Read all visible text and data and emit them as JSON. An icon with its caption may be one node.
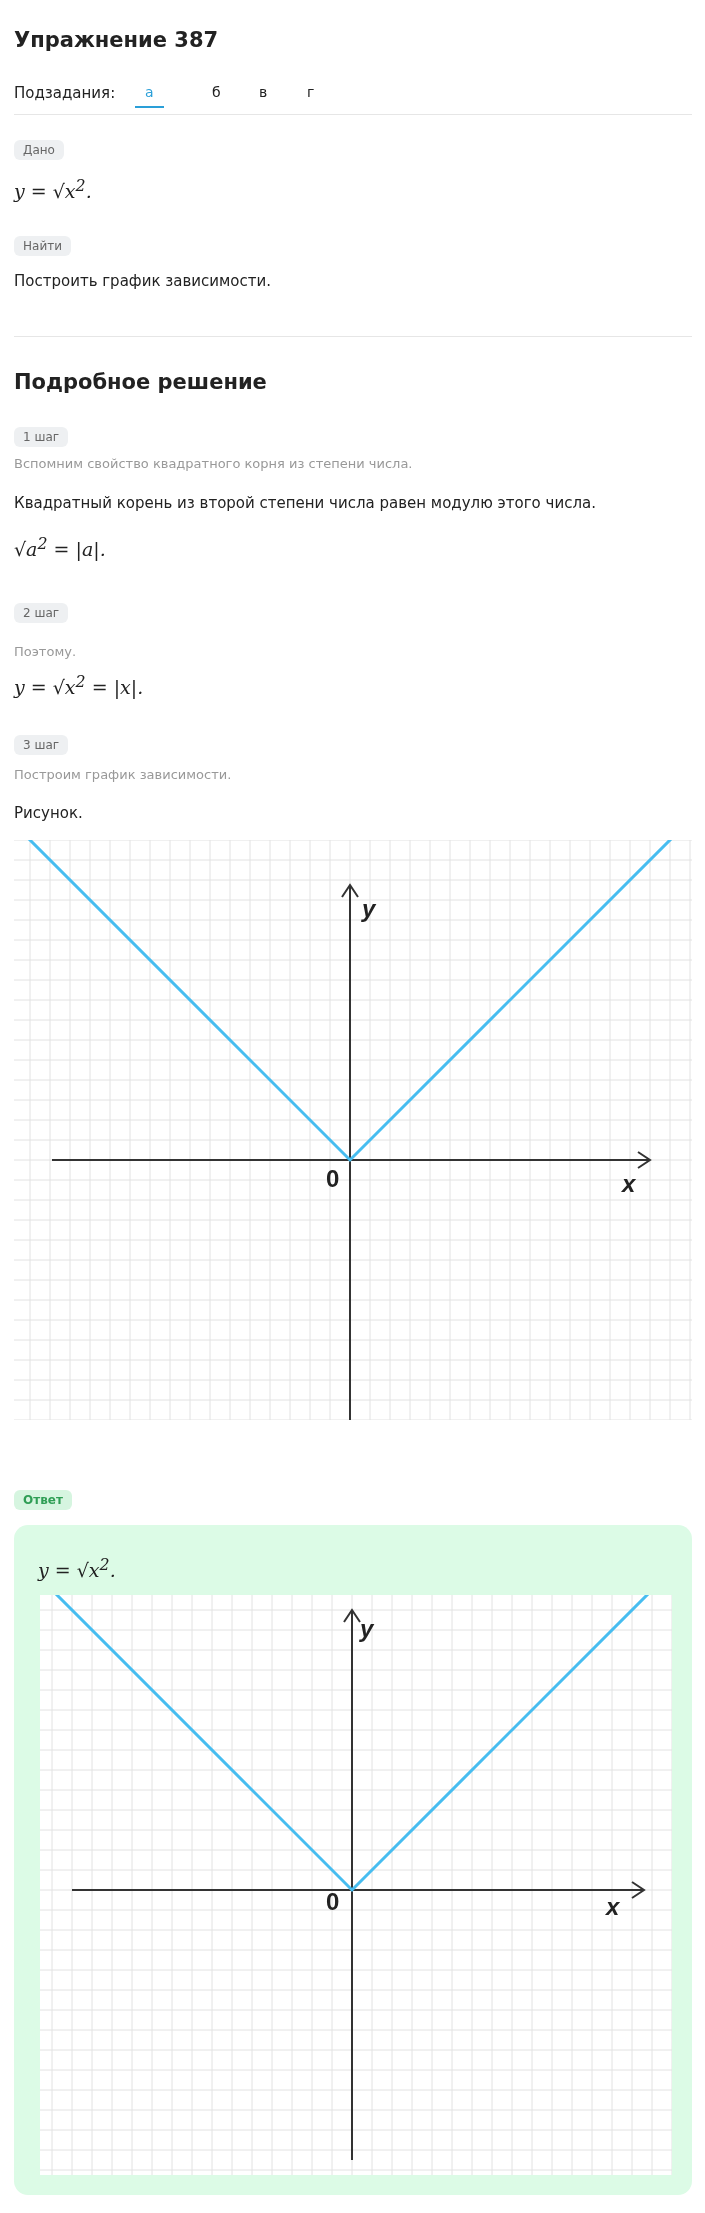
{
  "diagram": {
    "title": "Упражнение 387",
    "nodes": [
      {
        "text": [
          "Дано"
        ]
      },
      {
        "text": [
          "Найти"
        ]
      },
      {
        "text": [
          "1 шаг"
        ]
      },
      {
        "text": [
          "2 шаг"
        ]
      },
      {
        "text": [
          "3 шаг"
        ]
      },
      {
        "text": [
          "Ответ"
        ]
      },
      {
        "text": [
          "y = √x$^{2}$."
        ]
      }
    ],
    "edges": [],
    "labels": [
      "Подзадания:",
      "а",
      "б",
      "в",
      "г",
      "y = √x$^{2}$.",
      "Построить график зависимости.",
      "Подробное решение",
      "Вспомним свойство квадратного корня из степени числа.",
      "Квадратный корень из второй степени числа равен модулю этого числа.",
      "√a$^{2}$ = |a|.",
      "Поэтому.",
      "y = √x$^{2}$ = |x|.",
      "Построим график зависимости.",
      "Рисунок.",
      "y",
      "0",
      "x",
      "y",
      "0",
      "x"
    ]
  }
}
